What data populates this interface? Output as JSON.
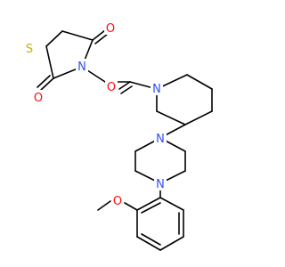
{
  "molecule": {
    "atoms": [
      {
        "id": "o1",
        "label": "O",
        "color": "#ff0d0d"
      },
      {
        "id": "s1",
        "label": "S",
        "color": "#c8b400"
      },
      {
        "id": "o2",
        "label": "O",
        "color": "#ff0d0d"
      },
      {
        "id": "n1",
        "label": "N",
        "color": "#3050f8"
      },
      {
        "id": "o3",
        "label": "O",
        "color": "#ff0d0d"
      },
      {
        "id": "n2",
        "label": "N",
        "color": "#3050f8"
      },
      {
        "id": "n3",
        "label": "N",
        "color": "#3050f8"
      },
      {
        "id": "n4",
        "label": "N",
        "color": "#3050f8"
      },
      {
        "id": "o4",
        "label": "O",
        "color": "#ff0d0d"
      }
    ],
    "bond_color": "#000000",
    "background": "#ffffff"
  }
}
